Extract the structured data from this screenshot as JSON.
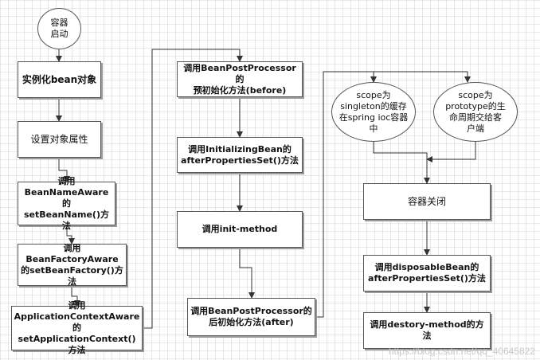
{
  "nodes": {
    "start": {
      "line1": "容器",
      "line2": "启动"
    },
    "instantiate": {
      "text": "实例化bean对象"
    },
    "set_props": {
      "text": "设置对象属性"
    },
    "bean_name_aware": {
      "line1": "调用",
      "line2": "BeanNameAware的",
      "line3": "setBeanName()方法"
    },
    "bean_factory_aware": {
      "line1": "调用BeanFactoryAware",
      "line2": "的setBeanFactory()方",
      "line3": "法"
    },
    "app_context_aware": {
      "line1": "调用",
      "line2": "ApplicationContextAware的",
      "line3": "setApplicationContext()方法"
    },
    "bpp_before": {
      "line1": "调用BeanPostProcessor的",
      "line2": "预初始化方法(before)"
    },
    "initializing_bean": {
      "line1": "调用InitializingBean的",
      "line2": "afterPropertiesSet()方法"
    },
    "init_method": {
      "text": "调用init-method"
    },
    "bpp_after": {
      "line1": "调用BeanPostProcessor的",
      "line2": "后初始化方法(after)"
    },
    "scope_singleton": {
      "line1": "scope为",
      "line2": "singleton的缓存",
      "line3": "在spring ioc容器",
      "line4": "中"
    },
    "scope_prototype": {
      "line1": "scope为",
      "line2": "prototype的生",
      "line3": "命周期交给客",
      "line4": "户端"
    },
    "container_close": {
      "text": "容器关闭"
    },
    "disposable_bean": {
      "line1": "调用disposableBean的",
      "line2": "afterPropertiesSet()方法"
    },
    "destroy_method": {
      "text": "调用destory-method的方法"
    }
  },
  "watermark": "https://blog.csdn.net/qq_40645822",
  "colors": {
    "grid": "#d6d6d6",
    "border": "#555555",
    "shadow": "#9a9a9a",
    "arrow": "#333333"
  }
}
